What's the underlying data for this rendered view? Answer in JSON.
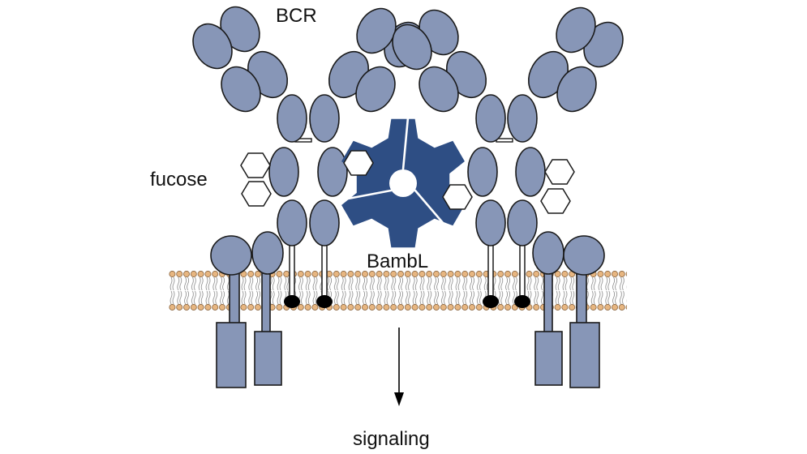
{
  "labels": {
    "bcr": "BCR",
    "fucose": "fucose",
    "lectin": "BambL",
    "signaling": "signaling"
  },
  "colors": {
    "domain_fill": "#8796b7",
    "domain_stroke": "#1a1a1a",
    "lectin_fill": "#2e4e84",
    "membrane_bead": "#e7b681",
    "anchor": "#000000"
  },
  "icons": {
    "lectin": "gear-shaped-trimer",
    "fucose": "hexagon",
    "signal_arrow": "arrow-down"
  }
}
